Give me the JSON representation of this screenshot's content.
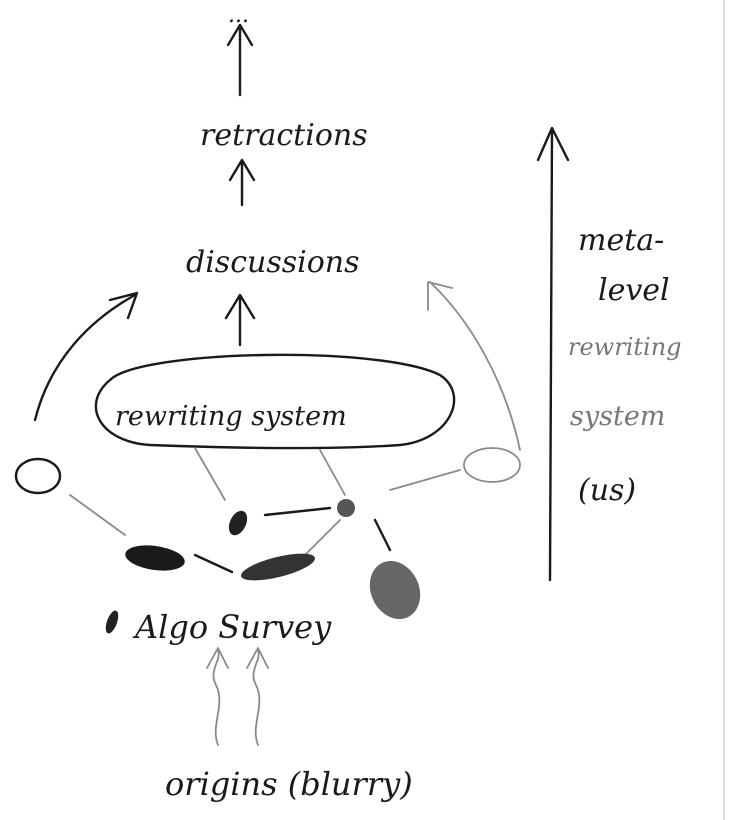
{
  "diagram": {
    "top_label": "...",
    "nodes": {
      "retractions": "retractions",
      "discussions": "discussions",
      "rewriting_system": "rewriting system",
      "algo_survey": "Algo Survey",
      "origins": "origins (blurry)"
    },
    "meta": {
      "line1": "meta-",
      "line2": "level",
      "line3": "rewriting",
      "line4": "system",
      "line5": "(us)"
    }
  }
}
